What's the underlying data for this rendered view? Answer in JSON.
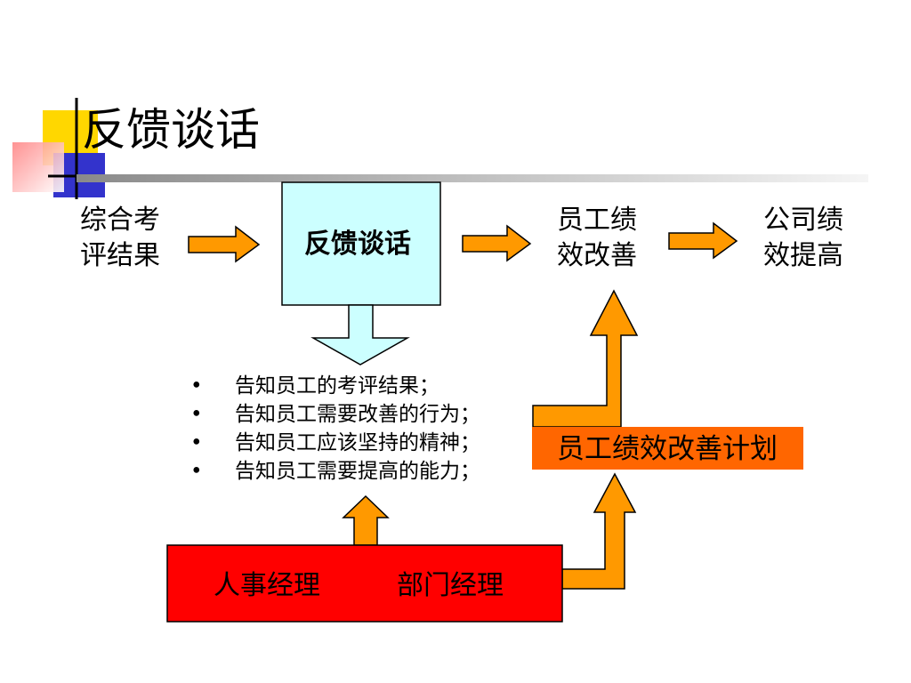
{
  "title": "反馈谈话",
  "nodes": {
    "comprehensive_eval": [
      "综合考",
      "评结果"
    ],
    "feedback_box": "反馈谈话",
    "employee_perf_improve": [
      "员工绩",
      "效改善"
    ],
    "company_perf_improve": [
      "公司绩",
      "效提高"
    ],
    "improvement_plan": "员工绩效改善计划",
    "hr_manager": "人事经理",
    "dept_manager": "部门经理"
  },
  "bullets": [
    "告知员工的考评结果；",
    "告知员工需要改善的行为；",
    "告知员工应该坚持的精神；",
    "告知员工需要提高的能力；"
  ],
  "colors": {
    "orange_arrow": "#ff9900",
    "plan_box": "#ff6600",
    "manager_box": "#ff0000",
    "feedback_box": "#ccffff",
    "outline": "#000000",
    "deco_yellow": "#ffd700",
    "deco_blue": "#3333cc",
    "deco_red": "#ff4d4d"
  }
}
